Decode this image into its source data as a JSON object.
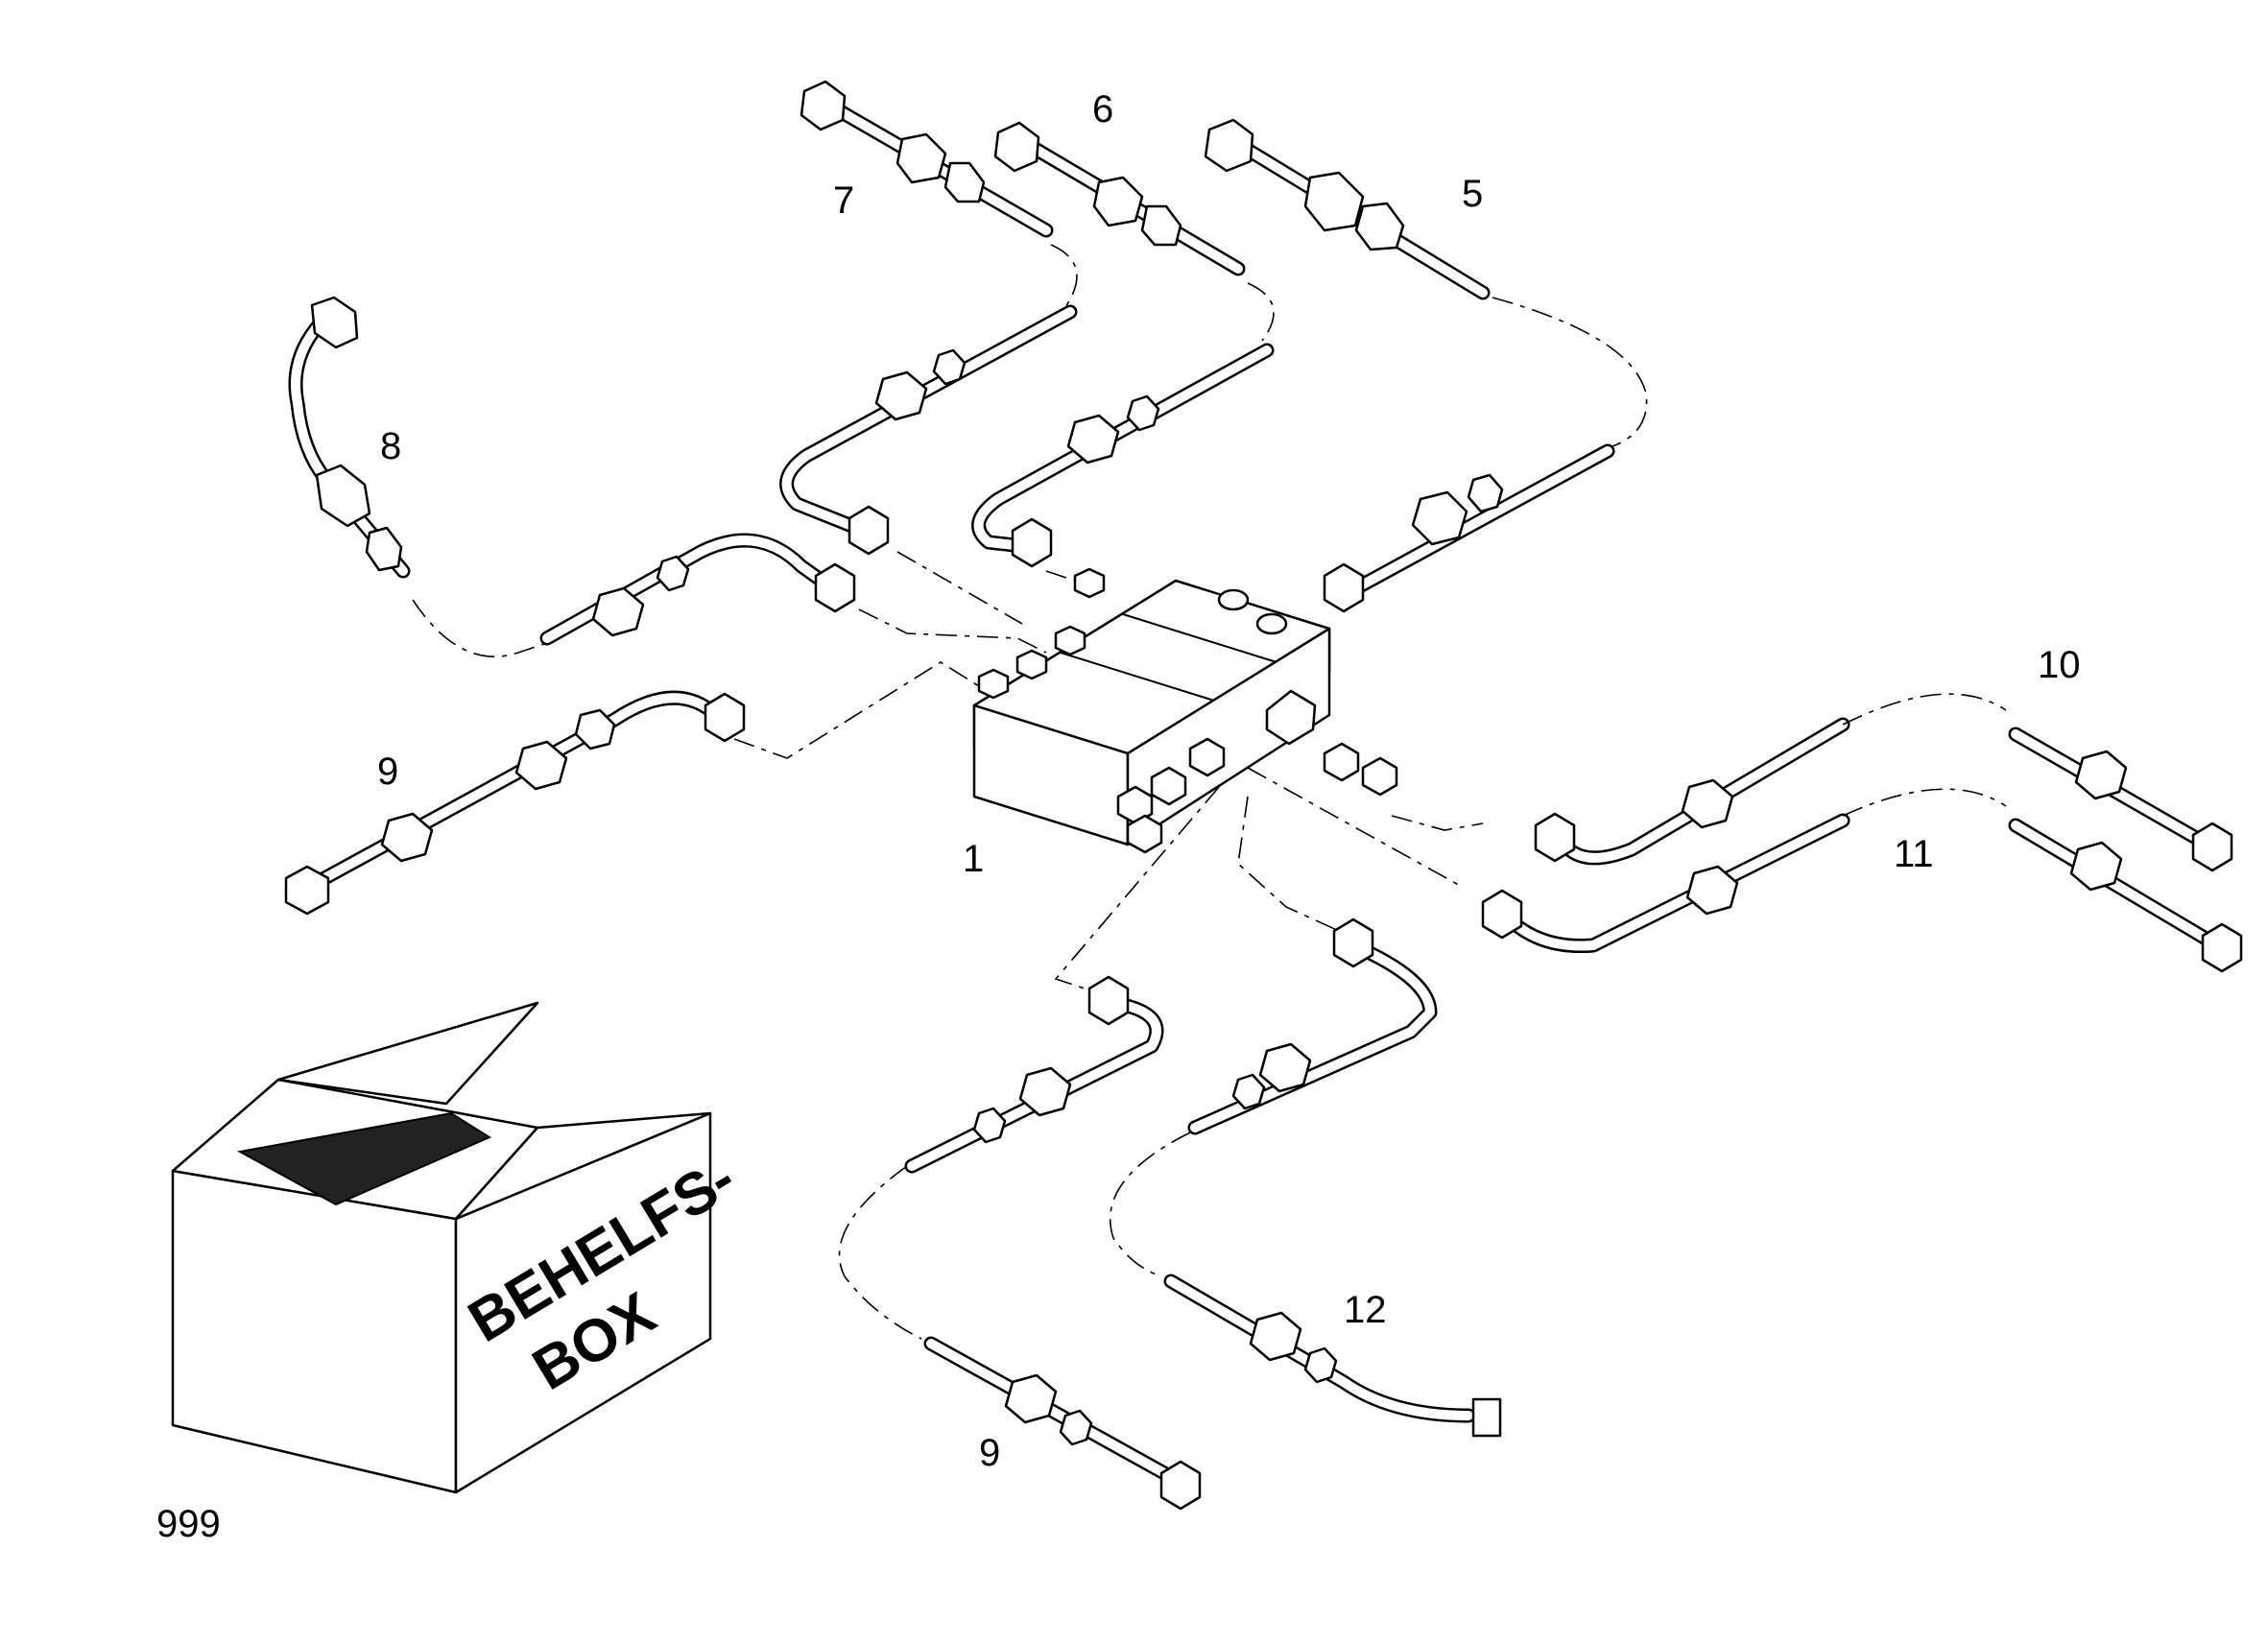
{
  "callouts": {
    "c1": "1",
    "c5": "5",
    "c6": "6",
    "c7": "7",
    "c8": "8",
    "c9a": "9",
    "c9b": "9",
    "c10": "10",
    "c11": "11",
    "c12": "12",
    "c999": "999"
  },
  "box": {
    "line1": "BEHELFS-",
    "line2": "BOX"
  },
  "colors": {
    "line": "#000000",
    "fill": "#ffffff",
    "box_stripe": "#222222"
  }
}
